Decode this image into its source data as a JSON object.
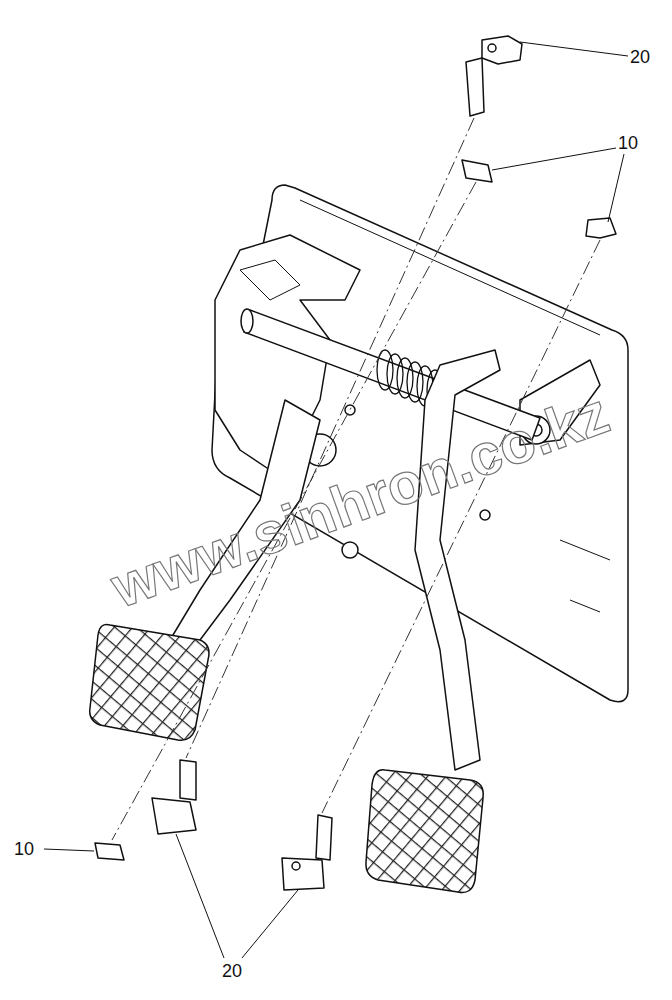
{
  "diagram": {
    "labels": [
      "20",
      "10",
      "10",
      "20",
      "www.sinhron.co.kz"
    ]
  }
}
